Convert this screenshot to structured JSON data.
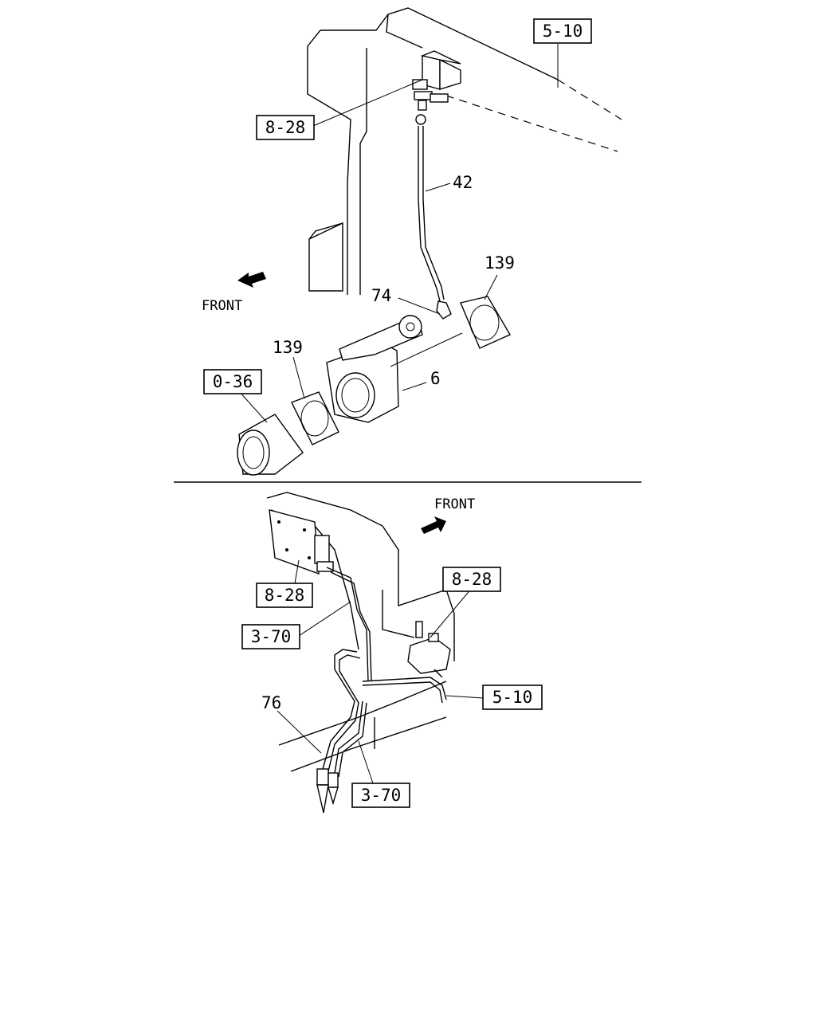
{
  "top_section": {
    "front_label": "FRONT",
    "refs": {
      "r510": "5-10",
      "r828": "8-28",
      "r036": "0-36"
    },
    "parts": {
      "p42": "42",
      "p74": "74",
      "p139a": "139",
      "p139b": "139",
      "p6": "6"
    }
  },
  "bottom_section": {
    "front_label": "FRONT",
    "refs": {
      "r828a": "8-28",
      "r828b": "8-28",
      "r370a": "3-70",
      "r510": "5-10",
      "r370b": "3-70"
    },
    "parts": {
      "p76": "76"
    }
  }
}
